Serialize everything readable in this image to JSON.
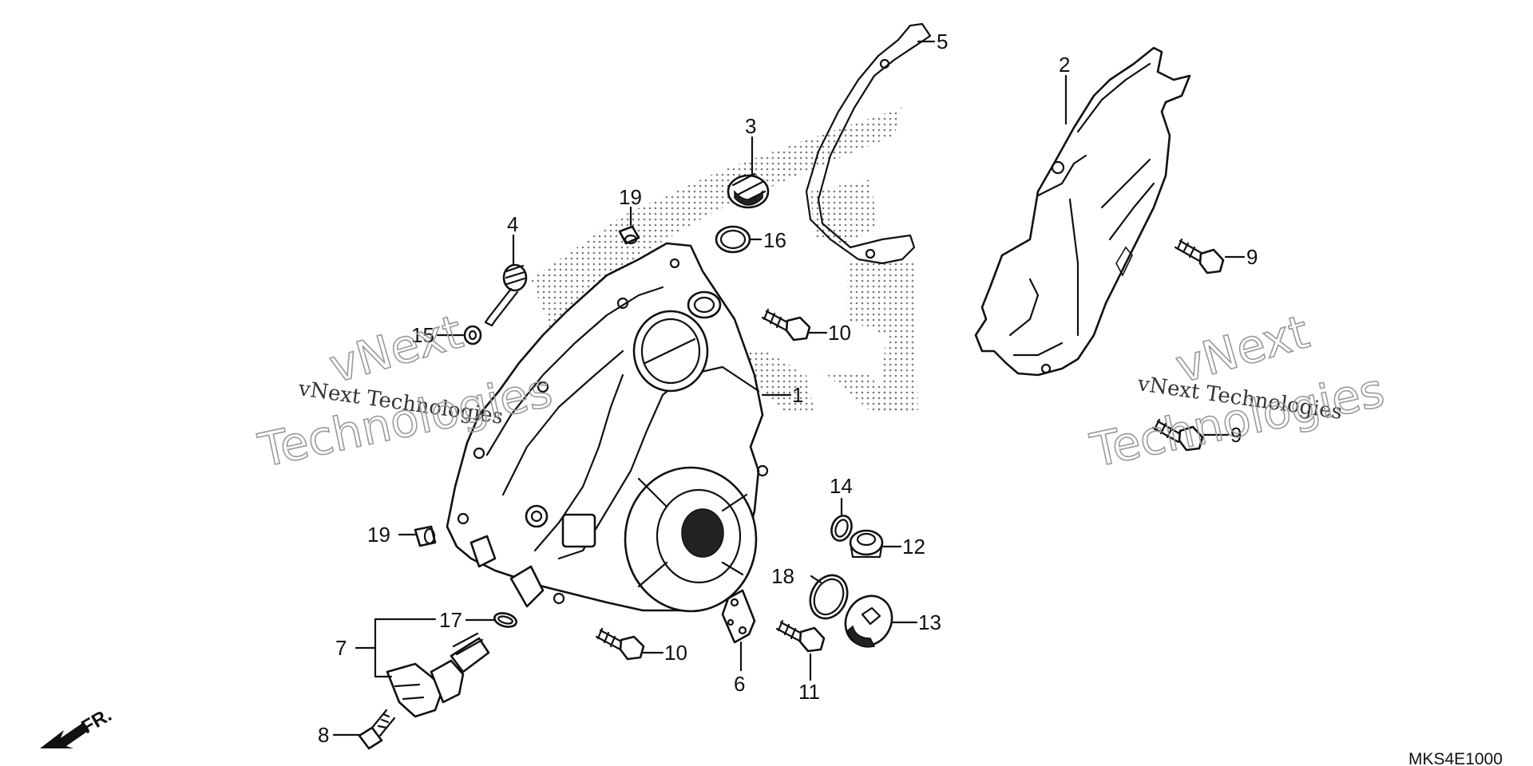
{
  "diagram_code": "MKS4E1000",
  "direction_label": "FR.",
  "watermark": {
    "brand": "vNext",
    "line": "vNext Technologies",
    "big": "Technologies"
  },
  "callouts": [
    {
      "id": "c1",
      "label": "1"
    },
    {
      "id": "c2",
      "label": "2"
    },
    {
      "id": "c3",
      "label": "3"
    },
    {
      "id": "c4",
      "label": "4"
    },
    {
      "id": "c5",
      "label": "5"
    },
    {
      "id": "c6",
      "label": "6"
    },
    {
      "id": "c7",
      "label": "7"
    },
    {
      "id": "c8",
      "label": "8"
    },
    {
      "id": "c9a",
      "label": "9"
    },
    {
      "id": "c9b",
      "label": "9"
    },
    {
      "id": "c10a",
      "label": "10"
    },
    {
      "id": "c10b",
      "label": "10"
    },
    {
      "id": "c11",
      "label": "11"
    },
    {
      "id": "c12",
      "label": "12"
    },
    {
      "id": "c13",
      "label": "13"
    },
    {
      "id": "c14",
      "label": "14"
    },
    {
      "id": "c15",
      "label": "15"
    },
    {
      "id": "c16",
      "label": "16"
    },
    {
      "id": "c17",
      "label": "17"
    },
    {
      "id": "c18",
      "label": "18"
    },
    {
      "id": "c19a",
      "label": "19"
    },
    {
      "id": "c19b",
      "label": "19"
    }
  ]
}
